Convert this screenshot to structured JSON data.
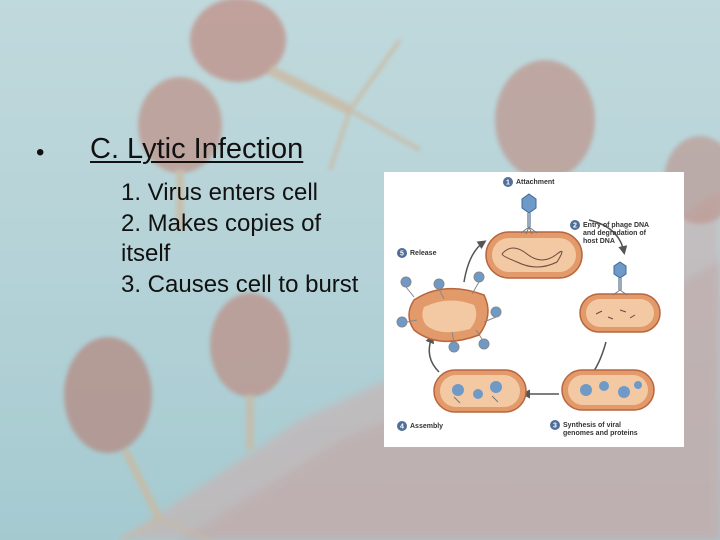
{
  "slide": {
    "bullet_char": "•",
    "heading": "C. Lytic Infection",
    "items": [
      "1. Virus enters cell",
      "2. Makes copies of itself",
      "3. Causes cell to burst"
    ]
  },
  "diagram": {
    "steps": [
      {
        "number": "1",
        "label_lines": [
          "Attachment"
        ]
      },
      {
        "number": "2",
        "label_lines": [
          "Entry of phage DNA",
          "and degradation of",
          "host DNA"
        ]
      },
      {
        "number": "3",
        "label_lines": [
          "Synthesis of viral",
          "genomes and proteins"
        ]
      },
      {
        "number": "4",
        "label_lines": [
          "Assembly"
        ]
      },
      {
        "number": "5",
        "label_lines": [
          "Release"
        ]
      }
    ]
  },
  "colors": {
    "cell_fill": "#e39a6a",
    "cell_inner": "#f3c9a4",
    "step_badge": "#4f6f9a",
    "phage": "#6f9ac8"
  }
}
